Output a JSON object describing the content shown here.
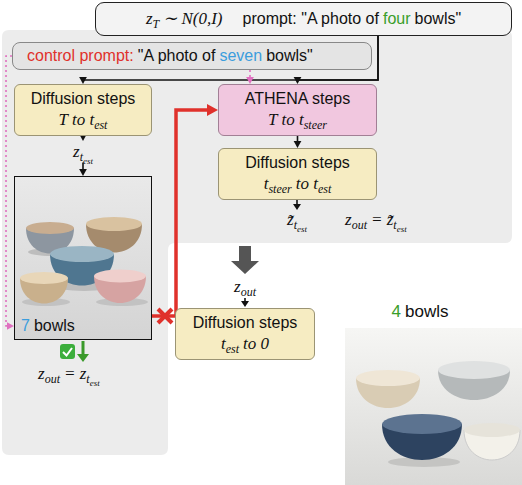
{
  "diagram": {
    "nodes": [
      {
        "text": [
          "z",
          "T",
          "∼ N(0,I)",
          "prompt: \"A photo of",
          "four",
          "bowls\""
        ]
      },
      {
        "text": [
          "control prompt:",
          "\"A photo of",
          "seven",
          "bowls\""
        ]
      },
      {
        "text": [
          "Diffusion steps",
          "T to t",
          "est"
        ]
      },
      {
        "text": [
          "ATHENA steps",
          "T to t",
          "steer"
        ]
      },
      {
        "text": [
          "Diffusion steps",
          "t",
          "steer",
          "to t",
          "est"
        ]
      },
      {
        "text": [
          "7",
          "bowls"
        ]
      },
      {
        "text": [
          "Diffusion steps",
          "t",
          "est",
          "to 0"
        ]
      }
    ],
    "edges": [
      {
        "from": 0,
        "to": 2,
        "arrow": "to"
      },
      {
        "from": 0,
        "to": 3,
        "arrow": "to"
      },
      {
        "from": 1,
        "to": 3,
        "arrow": "to"
      },
      {
        "from": 1,
        "to": 5,
        "arrow": "to"
      },
      {
        "from": 2,
        "to": 5,
        "arrow": "to"
      },
      {
        "from": 3,
        "to": 4,
        "arrow": "to"
      },
      {
        "from": 5,
        "to": 3,
        "arrow": "to"
      }
    ],
    "labels": [
      "z",
      "t",
      "est",
      "z̃",
      "t",
      "est",
      "z",
      "out",
      "= z̃",
      "t",
      "est",
      "z",
      "out",
      "z",
      "out",
      "= z",
      "t",
      "est",
      "4",
      "bowls"
    ]
  }
}
